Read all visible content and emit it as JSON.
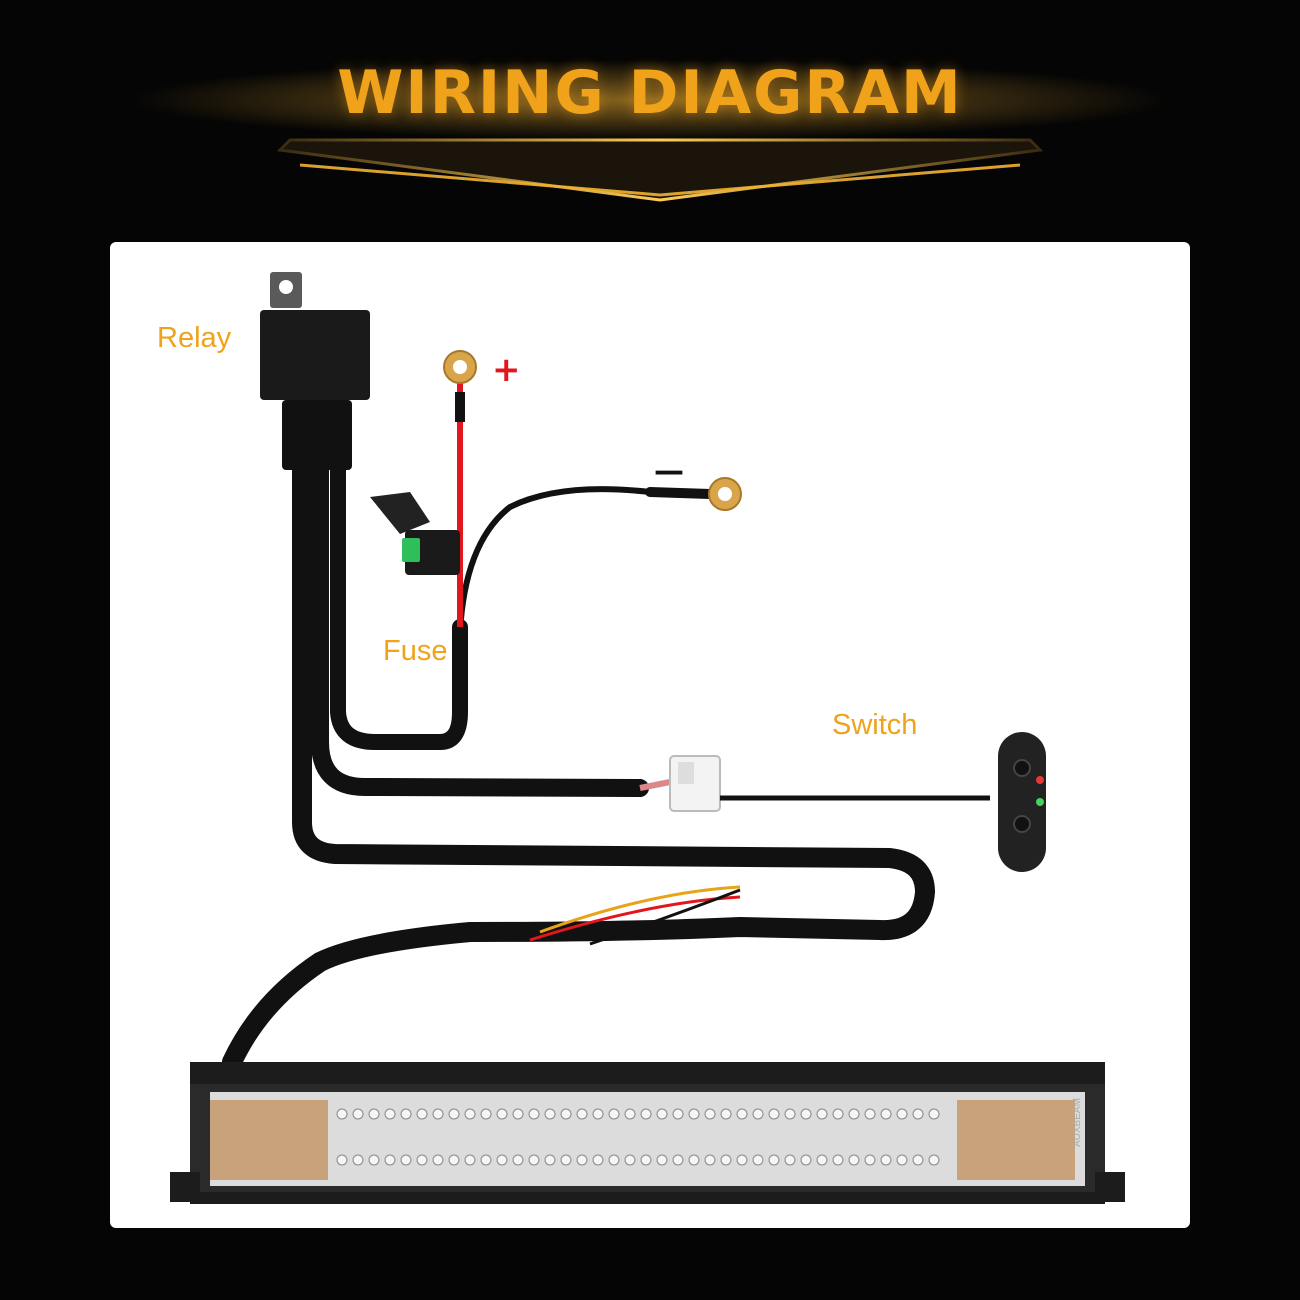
{
  "header": {
    "title": "WIRING DIAGRAM"
  },
  "labels": {
    "relay": "Relay",
    "fuse": "Fuse",
    "switch": "Switch",
    "positive": "+",
    "negative": "—"
  },
  "light_bar": {
    "brand": "AUXBEAM"
  },
  "colors": {
    "accent": "#f0a21a",
    "wire_black": "#111111",
    "wire_red": "#e0171c",
    "wire_yellow": "#e8a317",
    "fuse_green": "#2fbf5a",
    "ring_terminal": "#d9a54a",
    "panel": "#ffffff",
    "background": "#050505"
  }
}
